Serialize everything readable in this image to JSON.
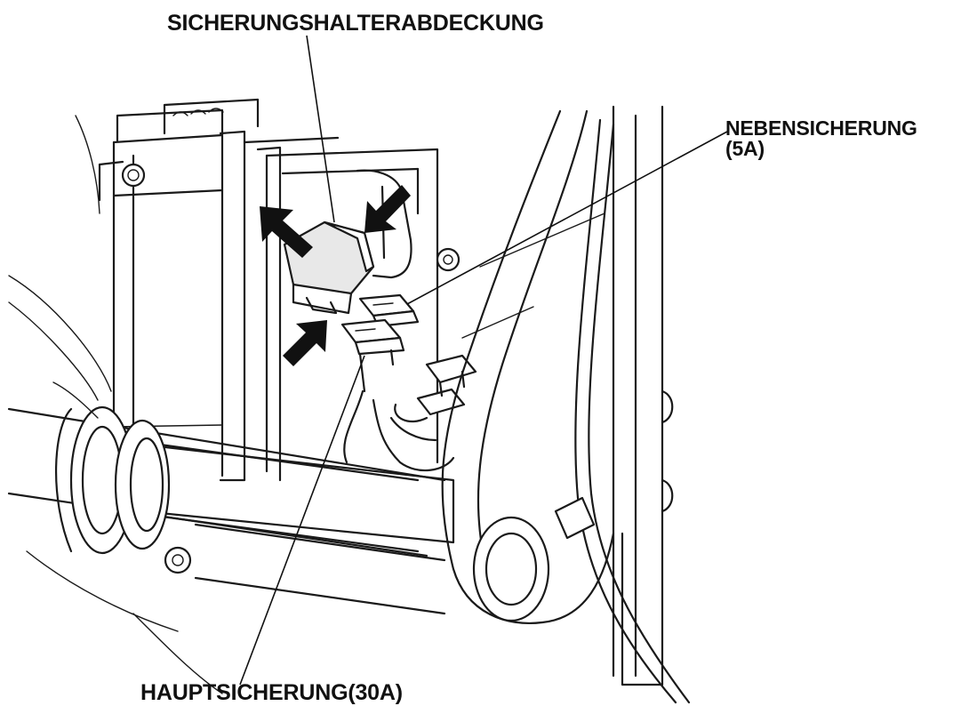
{
  "labels": {
    "cover": "SICHERUNGSHALTERABDECKUNG",
    "sub_fuse_line1": "NEBENSICHERUNG",
    "sub_fuse_line2": "(5A)",
    "main_fuse": "HAUPTSICHERUNG(30A)"
  },
  "colors": {
    "ink": "#1a1a1a",
    "background": "#ffffff",
    "shade": "#e8e8e8"
  }
}
